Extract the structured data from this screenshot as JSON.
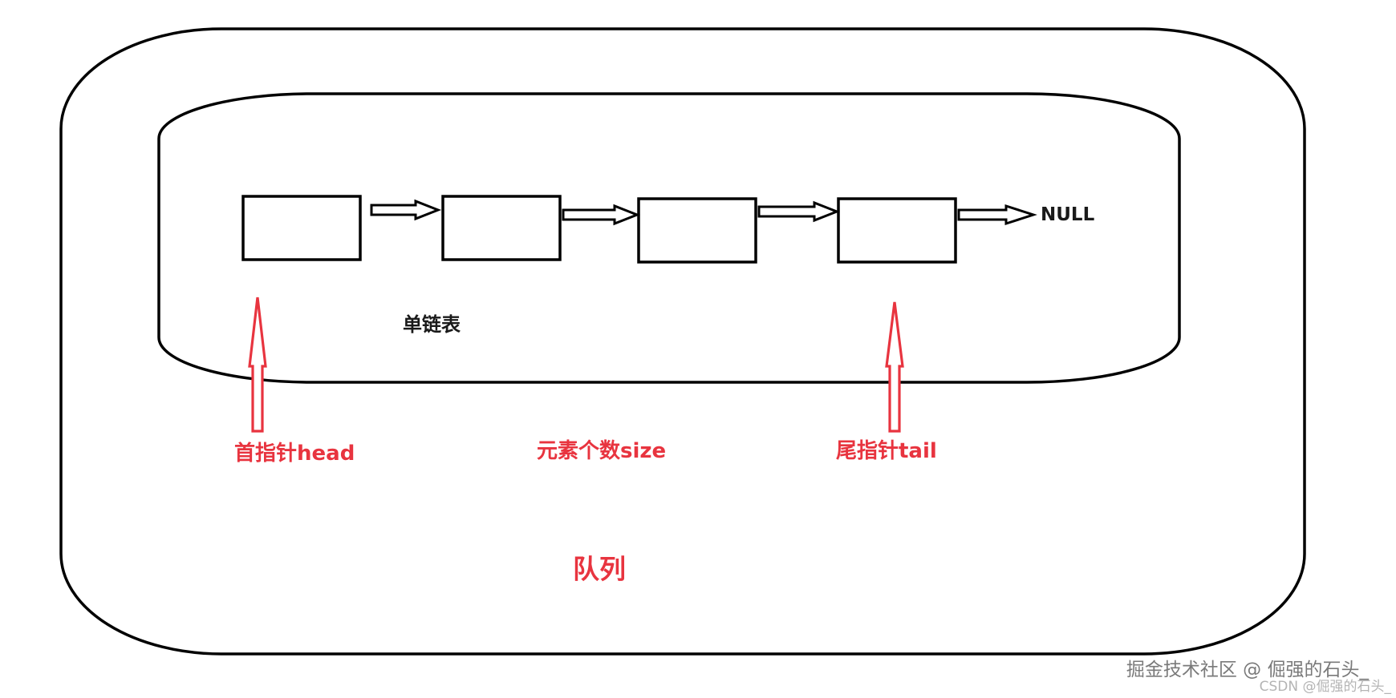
{
  "diagram": {
    "queue_label": "队列",
    "linked_list_label": "单链表",
    "null_label": "NULL",
    "head_pointer_label": "首指针head",
    "size_label": "元素个数size",
    "tail_pointer_label": "尾指针tail"
  },
  "watermark": {
    "juejin": "掘金技术社区 @ 倔强的石头_",
    "csdn": "CSDN @倔强的石头_"
  },
  "colors": {
    "background": "#ffffff",
    "outline": "#000000",
    "annotation": "#e8343f"
  }
}
